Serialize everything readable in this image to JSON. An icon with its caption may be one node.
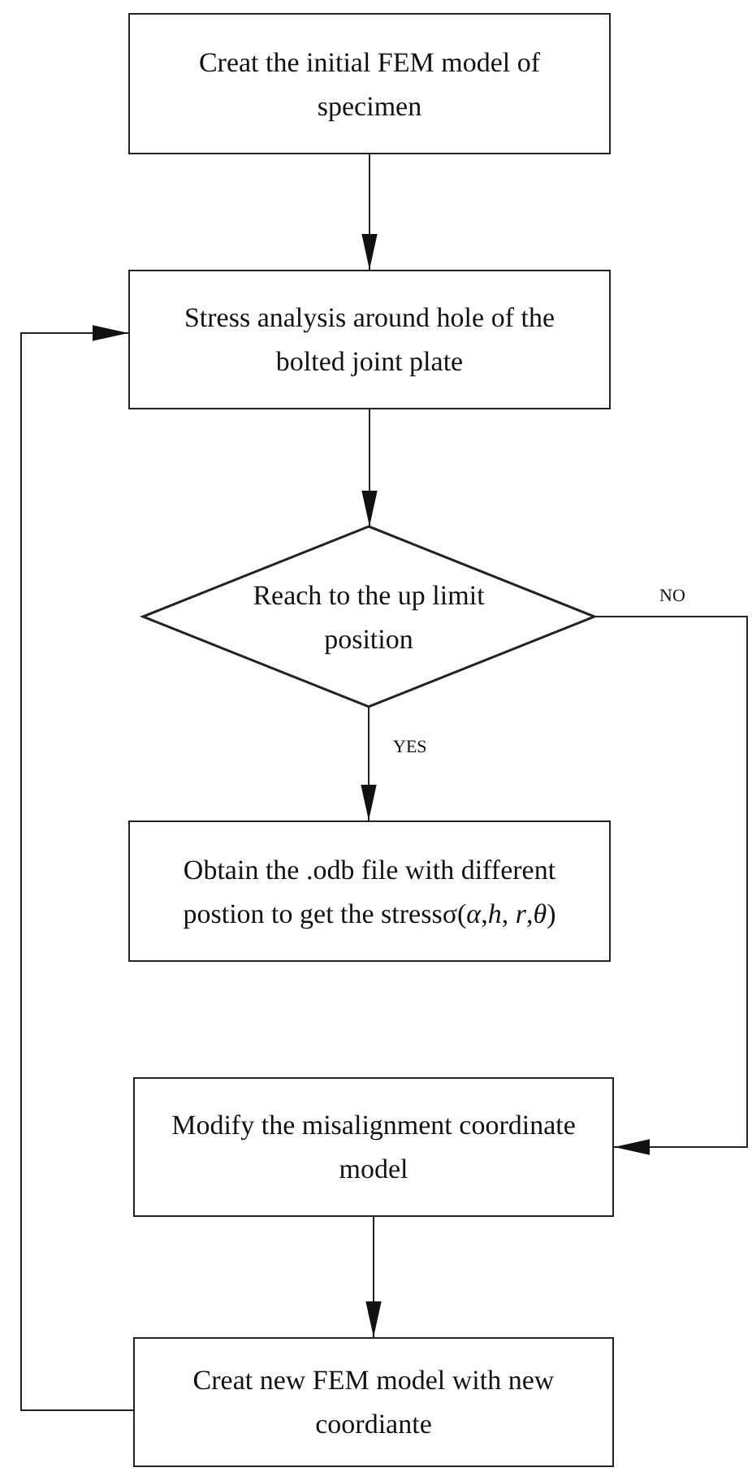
{
  "diagram": {
    "nodes": [
      {
        "text": [
          "Creat the initial FEM model of specimen"
        ]
      },
      {
        "text": [
          "Stress analysis around hole of the bolted joint plate"
        ]
      },
      {
        "text": [
          "Reach to the up limit position"
        ]
      },
      {
        "text": [
          "Obtain the .odb file with different postion to get the stressσ(*α*,*h*, *r*,*θ*)"
        ]
      },
      {
        "text": [
          "Modify the misalignment coordinate model"
        ]
      },
      {
        "text": [
          "Creat new FEM model with new coordiante"
        ]
      }
    ],
    "edges": [
      {
        "from": 0,
        "to": 1,
        "arrow": "to"
      },
      {
        "from": 1,
        "to": 2,
        "arrow": "to"
      },
      {
        "from": 2,
        "to": 3,
        "arrow": "to",
        "label": "YES"
      },
      {
        "from": 2,
        "to": 4,
        "arrow": "to",
        "label": "NO"
      },
      {
        "from": 4,
        "to": 5,
        "arrow": "to"
      },
      {
        "from": 5,
        "to": 1,
        "arrow": "to"
      }
    ]
  }
}
